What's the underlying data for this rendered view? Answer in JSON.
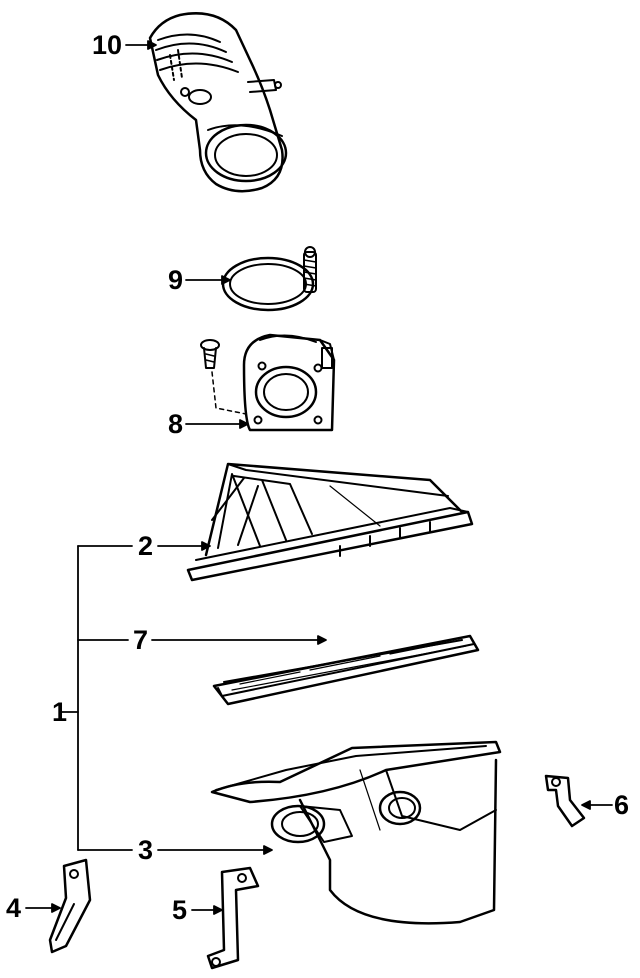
{
  "callouts": {
    "c1": "1",
    "c2": "2",
    "c3": "3",
    "c4": "4",
    "c5": "5",
    "c6": "6",
    "c7": "7",
    "c8": "8",
    "c9": "9",
    "c10": "10"
  },
  "colors": {
    "line": "#000000",
    "paper": "#ffffff"
  }
}
